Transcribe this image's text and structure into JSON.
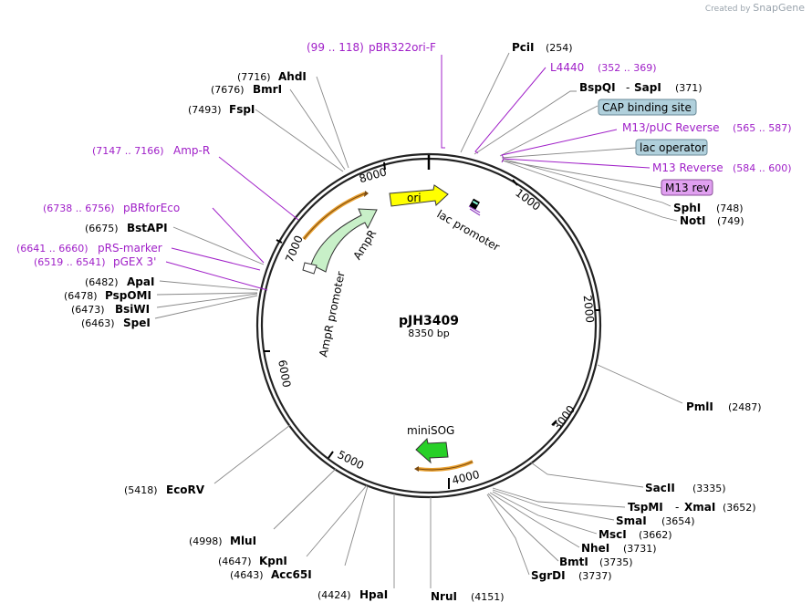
{
  "watermark": {
    "prefix": "Created by",
    "brand": "SnapGene"
  },
  "plasmid": {
    "name": "pJH3409",
    "size": "8350 bp",
    "length": 8350
  },
  "colors": {
    "enzyme": "#000000",
    "primer": "#a020c8",
    "feature_box": "#b0d0dc",
    "m13rev_box": "#e0a0f0",
    "ori": "#ffff00",
    "ampr": "#c8f0c8",
    "minisog": "#28d028",
    "promoter_arrow": "#f0b040"
  },
  "ticks": [
    "1000",
    "2000",
    "3000",
    "4000",
    "5000",
    "6000",
    "7000",
    "8000"
  ],
  "enzymes": [
    {
      "name": "PciI",
      "pos": "(254)"
    },
    {
      "name": "BspQI",
      "sep": "-",
      "name2": "SapI",
      "pos": "(371)"
    },
    {
      "name": "SphI",
      "pos": "(748)"
    },
    {
      "name": "NotI",
      "pos": "(749)"
    },
    {
      "name": "PmlI",
      "pos": "(2487)"
    },
    {
      "name": "SacII",
      "pos": "(3335)"
    },
    {
      "name": "TspMI",
      "sep": "-",
      "name2": "XmaI",
      "pos": "(3652)"
    },
    {
      "name": "SmaI",
      "pos": "(3654)"
    },
    {
      "name": "MscI",
      "pos": "(3662)"
    },
    {
      "name": "NheI",
      "pos": "(3731)"
    },
    {
      "name": "BmtI",
      "pos": "(3735)"
    },
    {
      "name": "SgrDI",
      "pos": "(3737)"
    },
    {
      "name": "NruI",
      "pos": "(4151)"
    },
    {
      "name": "HpaI",
      "pos": "(4424)"
    },
    {
      "name": "Acc65I",
      "pos": "(4643)"
    },
    {
      "name": "KpnI",
      "pos": "(4647)"
    },
    {
      "name": "MluI",
      "pos": "(4998)"
    },
    {
      "name": "EcoRV",
      "pos": "(5418)"
    },
    {
      "name": "SpeI",
      "pos": "(6463)"
    },
    {
      "name": "BsiWI",
      "pos": "(6473)"
    },
    {
      "name": "PspOMI",
      "pos": "(6478)"
    },
    {
      "name": "ApaI",
      "pos": "(6482)"
    },
    {
      "name": "BstAPI",
      "pos": "(6675)"
    },
    {
      "name": "FspI",
      "pos": "(7493)"
    },
    {
      "name": "BmrI",
      "pos": "(7676)"
    },
    {
      "name": "AhdI",
      "pos": "(7716)"
    }
  ],
  "primers": [
    {
      "range": "(99 .. 118)",
      "name": "pBR322ori-F"
    },
    {
      "name": "L4440",
      "range": "(352 .. 369)"
    },
    {
      "name": "M13/pUC Reverse",
      "range": "(565 .. 587)"
    },
    {
      "name": "M13 Reverse",
      "range": "(584 .. 600)"
    },
    {
      "range": "(7147 .. 7166)",
      "name": "Amp-R"
    },
    {
      "range": "(6738 .. 6756)",
      "name": "pBRforEco"
    },
    {
      "range": "(6641 .. 6660)",
      "name": "pRS-marker"
    },
    {
      "range": "(6519 .. 6541)",
      "name": "pGEX 3'"
    }
  ],
  "boxed_features": [
    {
      "name": "CAP binding site"
    },
    {
      "name": "lac operator"
    },
    {
      "name": "M13 rev"
    }
  ],
  "features": {
    "ori": "ori",
    "lac_promoter": "lac promoter",
    "ampr": "AmpR",
    "ampr_promoter": "AmpR promoter",
    "minisog": "miniSOG"
  }
}
